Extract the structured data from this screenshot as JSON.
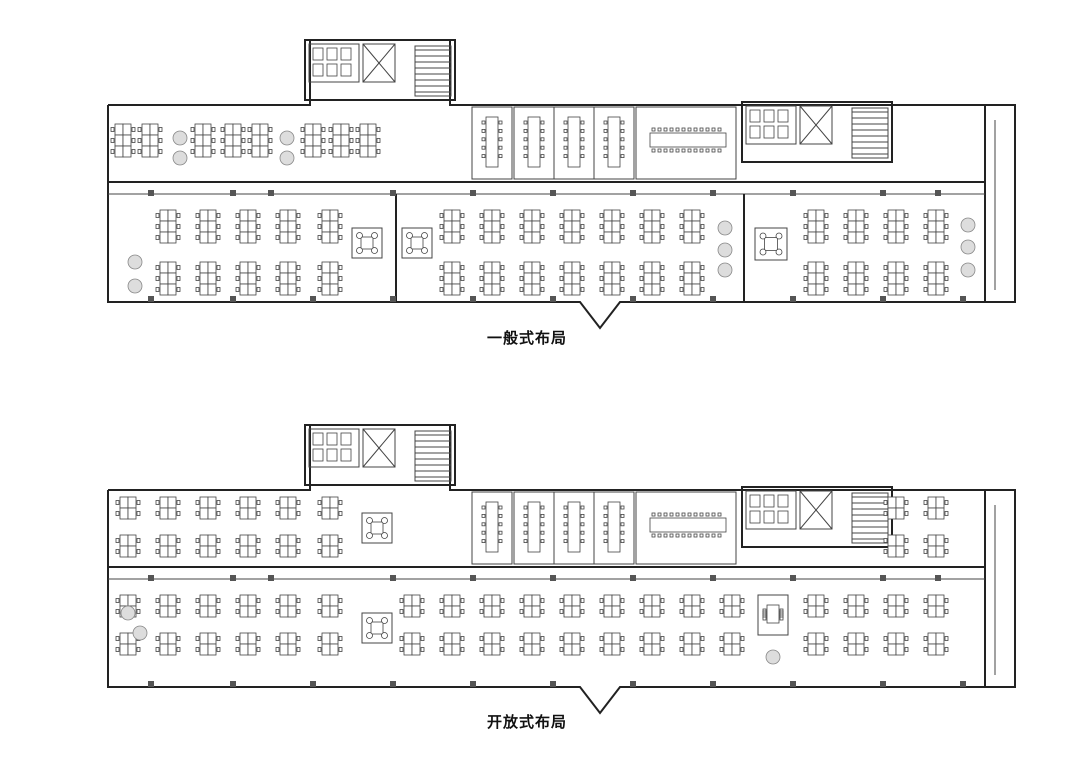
{
  "plans": [
    {
      "id": "general",
      "caption": "一般式布局"
    },
    {
      "id": "open",
      "caption": "开放式布局"
    }
  ]
}
